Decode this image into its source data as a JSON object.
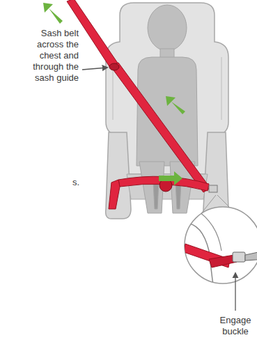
{
  "diagram": {
    "labels": [
      "Sash belt across the chest and through the sash guide",
      "Engage buckle",
      "s."
    ]
  }
}
